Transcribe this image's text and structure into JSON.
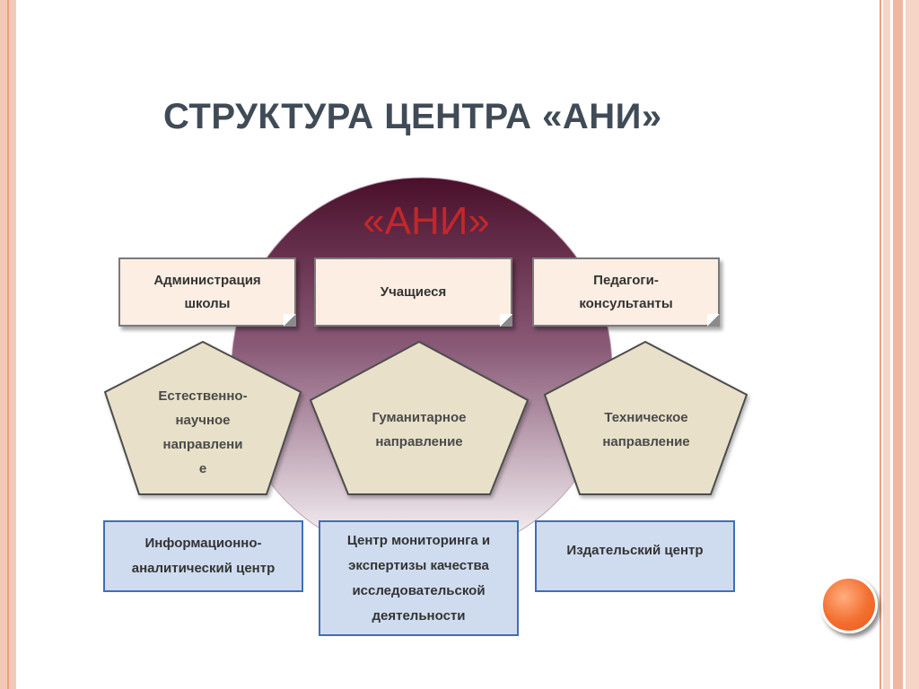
{
  "slide": {
    "title": "СТРУКТУРА ЦЕНТРА «АНИ»"
  },
  "diagram": {
    "center_label": "«АНИ»",
    "participants": [
      {
        "label": "Администрация школы"
      },
      {
        "label": "Учащиеся"
      },
      {
        "label": "Педагоги-консультанты"
      }
    ],
    "directions": [
      {
        "lines": [
          "Естественно-",
          "научное",
          "направлени",
          "е"
        ]
      },
      {
        "lines": [
          "Гуманитарное",
          "направление"
        ]
      },
      {
        "lines": [
          "Техническое",
          "направление"
        ]
      }
    ],
    "centers": [
      {
        "lines": [
          "Информационно-",
          "аналитический центр"
        ]
      },
      {
        "lines": [
          "Центр мониторинга и",
          "экспертизы качества",
          "исследовательской",
          "деятельности"
        ]
      },
      {
        "lines": [
          "Издательский центр"
        ]
      }
    ]
  },
  "colors": {
    "title": "#404b57",
    "center_label": "#c3272b",
    "circle_top": "#4a0f2a",
    "circle_bottom": "#ffffff",
    "note_fill": "#fdeee3",
    "pentagon_fill": "#e8e0c8",
    "blue_box_fill": "#cfdcef",
    "blue_box_border": "#3e6fb8",
    "accent_dot": "#f36f2f",
    "frame": "#ef9f7f"
  }
}
